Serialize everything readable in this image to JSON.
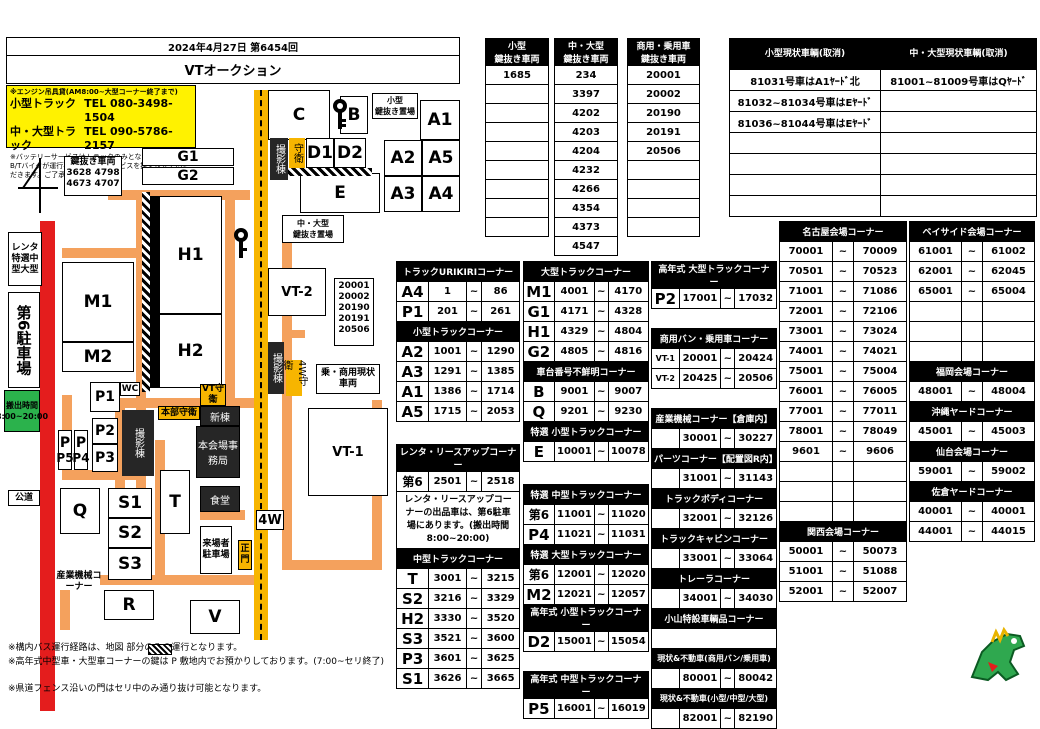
{
  "header": {
    "date": "2024年4月27日 第6454回",
    "title": "VTオークション"
  },
  "contact": {
    "line1": "※エンジン吊具貸(AM8:00~大型コーナー終了まで)",
    "small": "小型トラック",
    "small_tel": "TEL 080-3498-1504",
    "large": "中・大型トラック",
    "large_tel": "TEL 090-5786-2157",
    "note1": "※バッテリーサービスはトラックのみとなります。",
    "note2": "B/Tバイクが運行不能の場合はサービスを控えさせていただきます。ご了承ください。"
  },
  "map": {
    "C": "C",
    "B": "B",
    "A1": "A1",
    "A2": "A2",
    "A5": "A5",
    "A3": "A3",
    "A4": "A4",
    "D1": "D1",
    "D2": "D2",
    "E": "E",
    "G1": "G1",
    "G2": "G2",
    "H1": "H1",
    "H2": "H2",
    "M1": "M1",
    "M2": "M2",
    "VT2": "VT-2",
    "VT1": "VT-1",
    "P1": "P1",
    "P2": "P2",
    "P3": "P3",
    "P4": "P4",
    "P5": "P5",
    "P": "P",
    "WC": "WC",
    "Q": "Q",
    "S1": "S1",
    "S2": "S2",
    "S3": "S3",
    "T": "T",
    "R": "R",
    "V": "V",
    "W4": "4W",
    "small_key": "小型\n鍵抜き置場",
    "mid_key": "中・大型\n鍵抜き置場",
    "photo1": "撮影棟",
    "photo2": "撮影棟",
    "photo3": "撮影棟",
    "guard1": "守衛",
    "guard2": "VT守衛",
    "w4guard": "4W守衛",
    "honbu": "本部守衛",
    "shinto": "新棟",
    "honkaijo": "本会場事務局",
    "shokudo": "食堂",
    "raijo": "来場者駐車場",
    "seimon": "正門",
    "koudou": "公道",
    "sangyo": "産業機械コーナー",
    "commercial": "乗・商用現状車両",
    "keynuki_title": "鍵抜き車両",
    "keynuki_nums": "3628  4798\n4673  4707",
    "vt2_nums": [
      "20001",
      "20002",
      "20190",
      "20191",
      "20506"
    ],
    "renta": "レンタ特選中型大型",
    "dai6": "第6駐車場",
    "dai6_time": "搬出時間8:00~20:00"
  },
  "keytables": {
    "headers": [
      "小型\n鍵抜き車両",
      "中・大型\n鍵抜き車両",
      "商用・乗用車\n鍵抜き車両"
    ],
    "col1": [
      "1685"
    ],
    "col2": [
      "234",
      "3397",
      "4202",
      "4203",
      "4204",
      "4232",
      "4266",
      "4354",
      "4373",
      "4547"
    ],
    "col3": [
      "20001",
      "20002",
      "20190",
      "20191",
      "20506"
    ]
  },
  "status": {
    "headers": [
      "小型現状車輌(取消)",
      "中・大型現状車輌(取消)"
    ],
    "rows": [
      [
        "81031号車はA1ﾔｰﾄﾞ北",
        "81001~81009号車はQﾔｰﾄﾞ"
      ],
      [
        "81032~81034号車はEﾔｰﾄﾞ",
        ""
      ],
      [
        "81036~81044号車はEﾔｰﾄﾞ",
        ""
      ]
    ]
  },
  "sec1": {
    "t1": "トラックURIKIRIコーナー",
    "r1": [
      [
        "A4",
        "1",
        "~",
        "86"
      ],
      [
        "P1",
        "201",
        "~",
        "261"
      ]
    ],
    "t2": "小型トラックコーナー",
    "r2": [
      [
        "A2",
        "1001",
        "~",
        "1290"
      ],
      [
        "A3",
        "1291",
        "~",
        "1385"
      ],
      [
        "A1",
        "1386",
        "~",
        "1714"
      ],
      [
        "A5",
        "1715",
        "~",
        "2053"
      ]
    ],
    "t3": "レンタ・リースアップコーナー",
    "r3": [
      [
        "第6",
        "2501",
        "~",
        "2518"
      ]
    ],
    "t4": "レンタ・リースアップコーナーの出品車は、第6駐車場にあります。(搬出時間8:00~20:00)",
    "t5": "中型トラックコーナー",
    "r5": [
      [
        "T",
        "3001",
        "~",
        "3215"
      ],
      [
        "S2",
        "3216",
        "~",
        "3329"
      ],
      [
        "H2",
        "3330",
        "~",
        "3520"
      ],
      [
        "S3",
        "3521",
        "~",
        "3600"
      ],
      [
        "P3",
        "3601",
        "~",
        "3625"
      ],
      [
        "S1",
        "3626",
        "~",
        "3665"
      ]
    ]
  },
  "sec2": {
    "t1": "大型トラックコーナー",
    "r1": [
      [
        "M1",
        "4001",
        "~",
        "4170"
      ],
      [
        "G1",
        "4171",
        "~",
        "4328"
      ],
      [
        "H1",
        "4329",
        "~",
        "4804"
      ],
      [
        "G2",
        "4805",
        "~",
        "4816"
      ]
    ],
    "t2": "車台番号不鮮明コーナー",
    "r2": [
      [
        "B",
        "9001",
        "~",
        "9007"
      ],
      [
        "Q",
        "9201",
        "~",
        "9230"
      ]
    ],
    "t3": "特選 小型トラックコーナー",
    "r3": [
      [
        "E",
        "10001",
        "~",
        "10078"
      ]
    ],
    "t4": "特選 中型トラックコーナー",
    "r4": [
      [
        "第6",
        "11001",
        "~",
        "11020"
      ],
      [
        "P4",
        "11021",
        "~",
        "11031"
      ]
    ],
    "t5": "特選 大型トラックコーナー",
    "r5": [
      [
        "第6",
        "12001",
        "~",
        "12020"
      ],
      [
        "M2",
        "12021",
        "~",
        "12057"
      ]
    ],
    "t6": "高年式 小型トラックコーナー",
    "r6": [
      [
        "D2",
        "15001",
        "~",
        "15054"
      ]
    ],
    "t7": "高年式 中型トラックコーナー",
    "r7": [
      [
        "P5",
        "16001",
        "~",
        "16019"
      ]
    ]
  },
  "sec3": {
    "t1": "高年式 大型トラックコーナー",
    "r1": [
      [
        "P2",
        "17001",
        "~",
        "17032"
      ]
    ],
    "t2": "商用バン・乗用車コーナー",
    "r2": [
      [
        "VT-1",
        "20001",
        "~",
        "20424"
      ],
      [
        "VT-2",
        "20425",
        "~",
        "20506"
      ]
    ],
    "t3": "産業機械コーナー【倉庫内】",
    "r3": [
      [
        "",
        "30001",
        "~",
        "30227"
      ]
    ],
    "t4": "パーツコーナー【配置図R内】",
    "r4": [
      [
        "",
        "31001",
        "~",
        "31143"
      ]
    ],
    "t5": "トラックボディコーナー",
    "r5": [
      [
        "",
        "32001",
        "~",
        "32126"
      ]
    ],
    "t6": "トラックキャビンコーナー",
    "r6": [
      [
        "",
        "33001",
        "~",
        "33064"
      ]
    ],
    "t7": "トレーラコーナー",
    "r7": [
      [
        "",
        "34001",
        "~",
        "34030"
      ]
    ],
    "t8": "小山特設車輌品コーナー",
    "t9": "現状&不動車(商用バン/乗用車)",
    "r9": [
      [
        "",
        "80001",
        "~",
        "80042"
      ]
    ],
    "t10": "現状&不動車(小型/中型/大型)",
    "r10": [
      [
        "",
        "82001",
        "~",
        "82190"
      ]
    ]
  },
  "sec4": {
    "t1": "名古屋会場コーナー",
    "r1": [
      [
        "70001",
        "~",
        "70009"
      ],
      [
        "70501",
        "~",
        "70523"
      ],
      [
        "71001",
        "~",
        "71086"
      ],
      [
        "72001",
        "~",
        "72106"
      ],
      [
        "73001",
        "~",
        "73024"
      ],
      [
        "74001",
        "~",
        "74021"
      ],
      [
        "75001",
        "~",
        "75004"
      ],
      [
        "76001",
        "~",
        "76005"
      ],
      [
        "77001",
        "~",
        "77011"
      ],
      [
        "78001",
        "~",
        "78049"
      ],
      [
        "9601",
        "~",
        "9606"
      ]
    ],
    "t2": "関西会場コーナー",
    "r2": [
      [
        "50001",
        "~",
        "50073"
      ],
      [
        "51001",
        "~",
        "51088"
      ],
      [
        "52001",
        "~",
        "52007"
      ]
    ]
  },
  "sec5": {
    "t1": "ベイサイド会場コーナー",
    "r1": [
      [
        "61001",
        "~",
        "61002"
      ],
      [
        "62001",
        "~",
        "62045"
      ],
      [
        "65001",
        "~",
        "65004"
      ]
    ],
    "t2": "福岡会場コーナー",
    "r2": [
      [
        "48001",
        "~",
        "48004"
      ]
    ],
    "t3": "沖縄ヤードコーナー",
    "r3": [
      [
        "45001",
        "~",
        "45003"
      ]
    ],
    "t4": "仙台会場コーナー",
    "r4": [
      [
        "59001",
        "~",
        "59002"
      ]
    ],
    "t5": "佐倉ヤードコーナー",
    "r5": [
      [
        "40001",
        "~",
        "40001"
      ],
      [
        "44001",
        "~",
        "44015"
      ]
    ]
  },
  "notes": [
    "※構内バス運行経路は、地図    部分のみの運行となります。",
    "※高年式中型車・大型車コーナーの鍵は P 敷地内でお預かりしております。(7:00~セリ終了)",
    "※県道フェンス沿いの門はセリ中のみ通り抜け可能となります。"
  ]
}
